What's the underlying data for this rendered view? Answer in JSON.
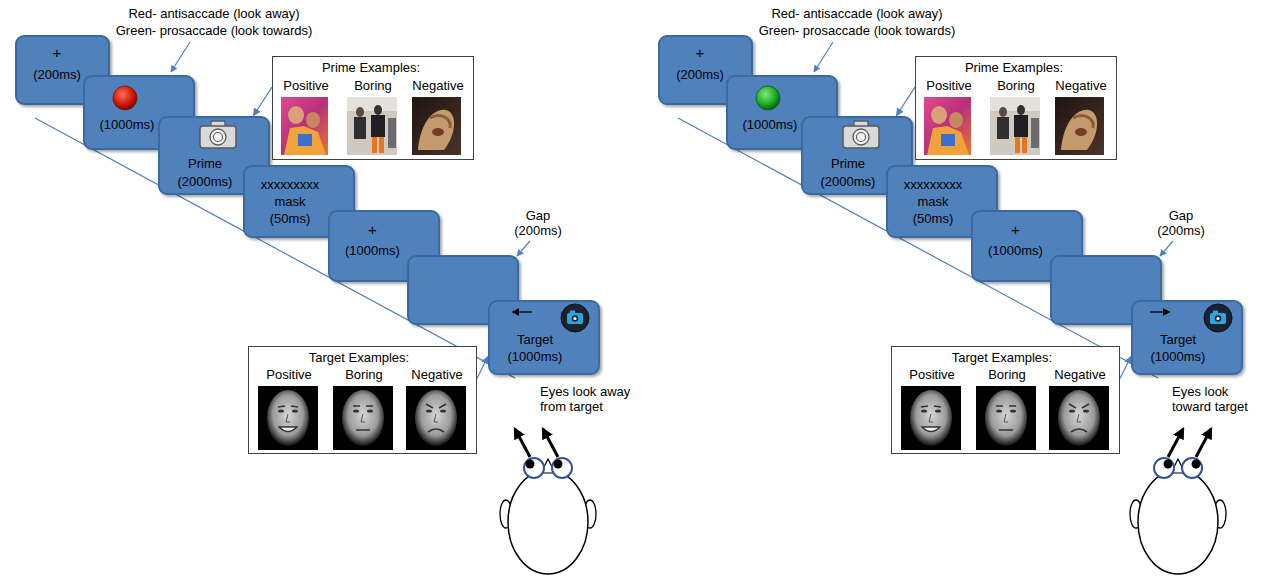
{
  "diagram": {
    "nodes": [
      {
        "text": [
          "+",
          "(200ms)"
        ]
      },
      {
        "text": [
          "(1000ms)"
        ]
      },
      {
        "text": [
          "Prime",
          "(2000ms)"
        ]
      },
      {
        "text": [
          "Prime Examples:",
          "Positive",
          "Boring",
          "Negative"
        ]
      },
      {
        "text": [
          "xxxxxxxxx",
          "mask",
          "(50ms)"
        ]
      },
      {
        "text": [
          "+",
          "(1000ms)"
        ]
      },
      {
        "text": [
          "Target",
          "(1000ms)"
        ]
      },
      {
        "text": [
          "Target Examples:",
          "Positive",
          "Boring",
          "Negative"
        ]
      },
      {
        "text": [
          "+",
          "(200ms)"
        ]
      },
      {
        "text": [
          "(1000ms)"
        ]
      },
      {
        "text": [
          "Prime",
          "(2000ms)"
        ]
      },
      {
        "text": [
          "Prime Examples:",
          "Positive",
          "Boring",
          "Negative"
        ]
      },
      {
        "text": [
          "xxxxxxxxx",
          "mask",
          "(50ms)"
        ]
      },
      {
        "text": [
          "+",
          "(1000ms)"
        ]
      },
      {
        "text": [
          "Target",
          "(1000ms)"
        ]
      },
      {
        "text": [
          "Target Examples:",
          "Positive",
          "Boring",
          "Negative"
        ]
      }
    ],
    "edges": [
      {
        "from": 3,
        "to": 2,
        "arrow": "to"
      },
      {
        "from": 7,
        "to": 6,
        "arrow": "to"
      },
      {
        "from": 11,
        "to": 10,
        "arrow": "to"
      },
      {
        "from": 15,
        "to": 14,
        "arrow": "to"
      }
    ],
    "labels": [
      "Red- antisaccade (look away)",
      "Green- prosaccade (look towards)",
      "Gap (200ms)",
      "Eyes look away from target",
      "Red- antisaccade (look away)",
      "Green- prosaccade (look towards)",
      "Gap (200ms)",
      "Eyes look toward target"
    ]
  }
}
